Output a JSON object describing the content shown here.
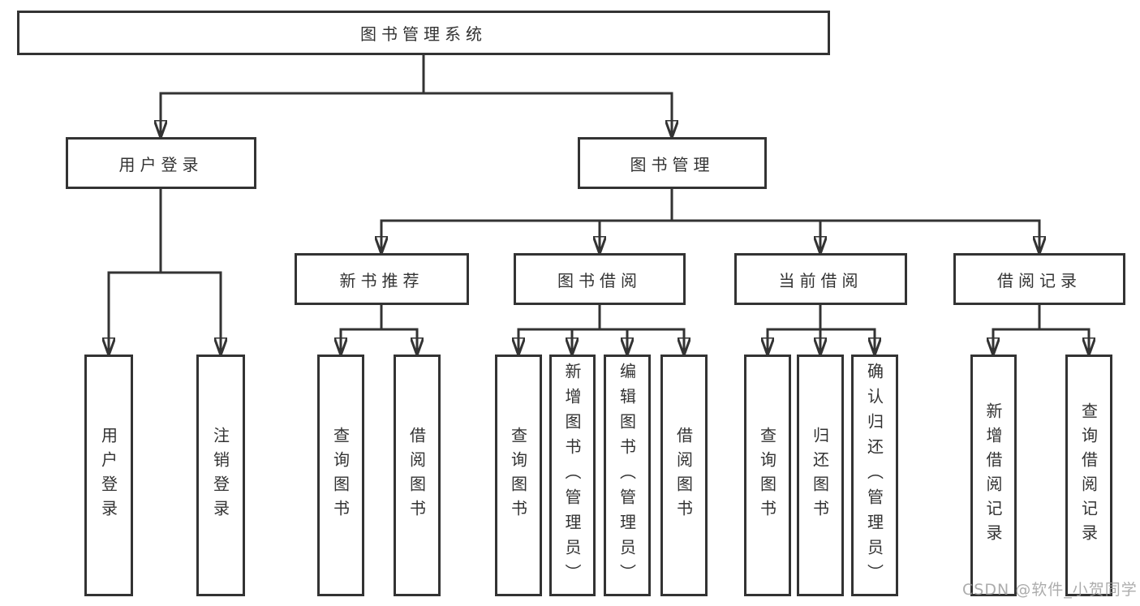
{
  "tree": {
    "root": {
      "label": "图书管理系统",
      "children": [
        {
          "label": "用户登录",
          "children": [
            {
              "label": "用户登录"
            },
            {
              "label": "注销登录"
            }
          ]
        },
        {
          "label": "图书管理",
          "children": [
            {
              "label": "新书推荐",
              "children": [
                {
                  "label": "查询图书"
                },
                {
                  "label": "借阅图书"
                }
              ]
            },
            {
              "label": "图书借阅",
              "children": [
                {
                  "label": "查询图书"
                },
                {
                  "label": "新增图书（管理员）"
                },
                {
                  "label": "编辑图书（管理员）"
                },
                {
                  "label": "借阅图书"
                }
              ]
            },
            {
              "label": "当前借阅",
              "children": [
                {
                  "label": "查询图书"
                },
                {
                  "label": "归还图书"
                },
                {
                  "label": "确认归还（管理员）"
                }
              ]
            },
            {
              "label": "借阅记录",
              "children": [
                {
                  "label": "新增借阅记录"
                },
                {
                  "label": "查询借阅记录"
                }
              ]
            }
          ]
        }
      ]
    }
  },
  "watermark": {
    "text": "CSDN @软件_小贺同学"
  },
  "colors": {
    "line": "#333333",
    "box_border": "#333333",
    "text": "#333333",
    "background": "#ffffff",
    "watermark": "#9e9e9e"
  }
}
